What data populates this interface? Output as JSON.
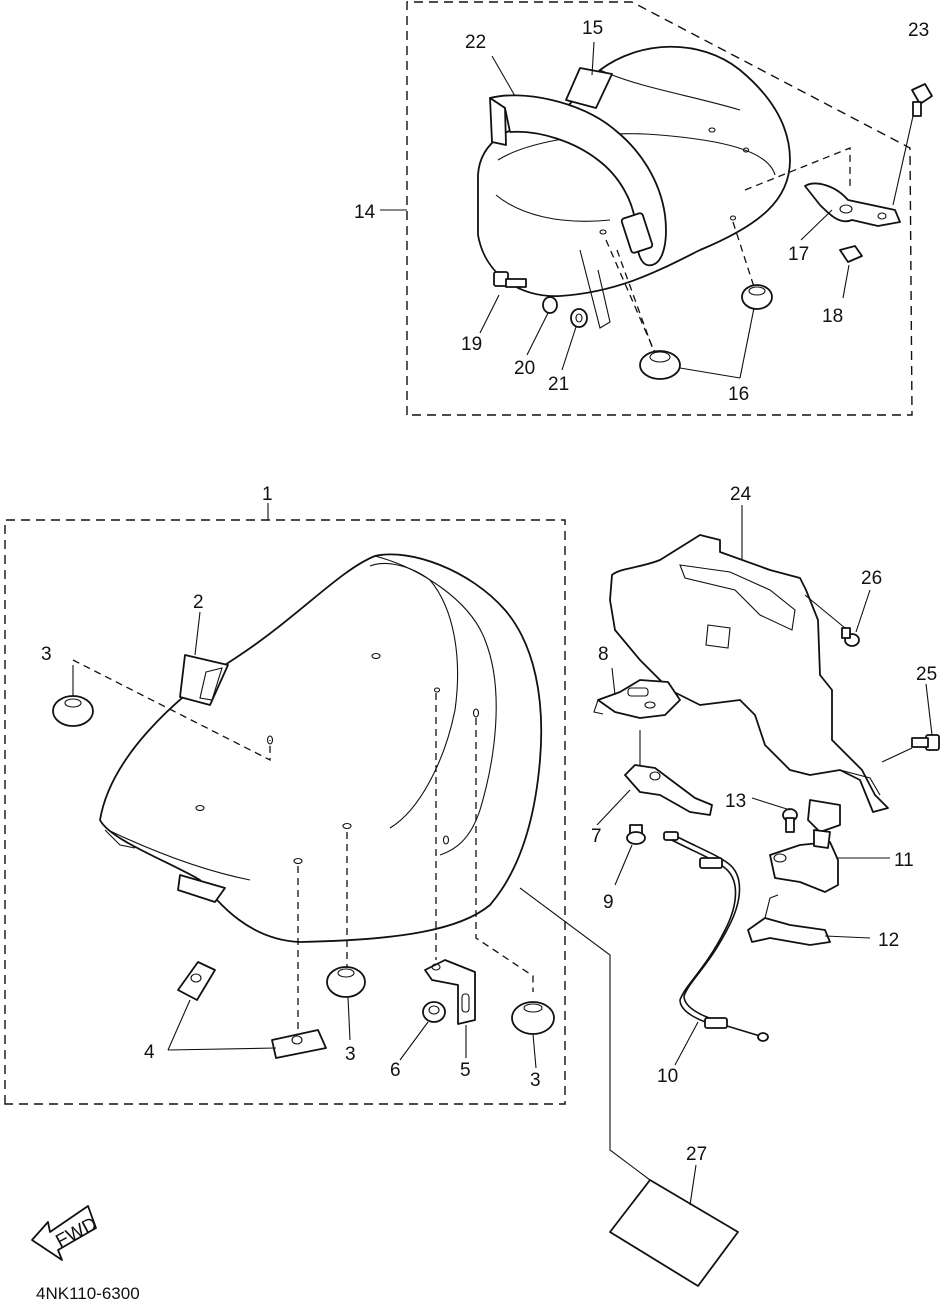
{
  "diagram": {
    "catalog_code": "4NK110-6300",
    "fwd_badge": "FWD",
    "callouts": [
      "1",
      "2",
      "3",
      "3",
      "3",
      "4",
      "5",
      "6",
      "7",
      "8",
      "9",
      "10",
      "11",
      "12",
      "13",
      "14",
      "15",
      "16",
      "17",
      "18",
      "19",
      "20",
      "21",
      "22",
      "23",
      "24",
      "25",
      "26",
      "27"
    ]
  }
}
